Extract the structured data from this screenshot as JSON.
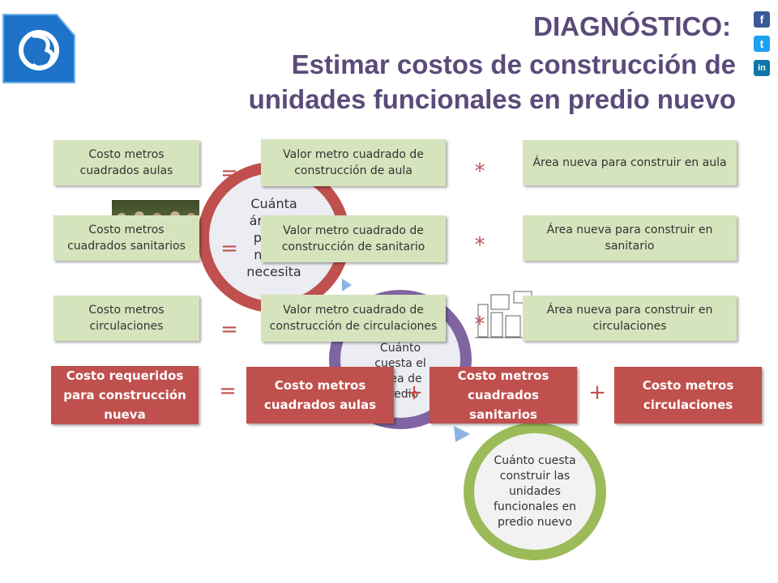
{
  "header": {
    "title_line1": "DIAGNÓSTICO:",
    "title_line2": "Estimar costos de construcción de",
    "title_line3": "unidades funcionales en predio nuevo"
  },
  "social": {
    "facebook": "f",
    "twitter": "t",
    "linkedin": "in"
  },
  "background_circles": {
    "red": "Cuánta área de predio nuevo necesita",
    "purple": "Cuánto cuesta el área de predio",
    "green": "Cuánto cuesta construir las unidades funcionales en predio nuevo"
  },
  "rows": [
    {
      "left": "Costo metros cuadrados aulas",
      "op1": "=",
      "middle": "Valor metro cuadrado de construcción de aula",
      "op2": "*",
      "right": "Área nueva para construir en aula"
    },
    {
      "left": "Costo metros cuadrados sanitarios",
      "op1": "=",
      "middle": "Valor metro cuadrado de construcción de sanitario",
      "op2": "*",
      "right": "Área nueva para construir en sanitario"
    },
    {
      "left": "Costo metros circulaciones",
      "op1": "=",
      "middle": "Valor metro cuadrado de construcción de circulaciones",
      "op2": "*",
      "right": "Área nueva para construir en circulaciones"
    }
  ],
  "total_row": {
    "result": "Costo requeridos para construcción nueva",
    "eq": "=",
    "term1": "Costo metros cuadrados aulas",
    "plus1": "+",
    "term2": "Costo metros cuadrados sanitarios",
    "plus2": "+",
    "term3": "Costo metros circulaciones"
  },
  "colors": {
    "title": "#5a4b7a",
    "green_box": "#d6e4bd",
    "red_box": "#c0504d",
    "red_ring": "#c0504d",
    "purple_ring": "#8064a2",
    "green_ring": "#9bbb59"
  }
}
